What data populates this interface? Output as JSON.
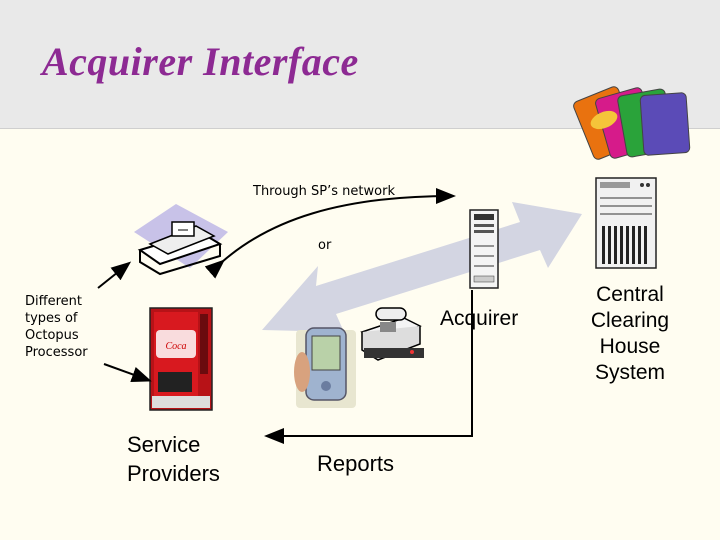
{
  "title": "Acquirer Interface",
  "labels": {
    "through_network": "Through SP’s network",
    "or": "or",
    "processor_line1": "Different",
    "processor_line2": "types of",
    "processor_line3": "Octopus",
    "processor_line4": "Processor",
    "acquirer": "Acquirer",
    "clearing_line1": "Central",
    "clearing_line2": "Clearing",
    "clearing_line3": "House",
    "clearing_line4": "System",
    "sp_line1": "Service",
    "sp_line2": "Providers",
    "reports": "Reports"
  },
  "colors": {
    "title": "#8d2a93",
    "header_bg": "#e9e9e9",
    "slide_bg": "#fffdf1",
    "big_arrow": "#d3d5e2"
  }
}
